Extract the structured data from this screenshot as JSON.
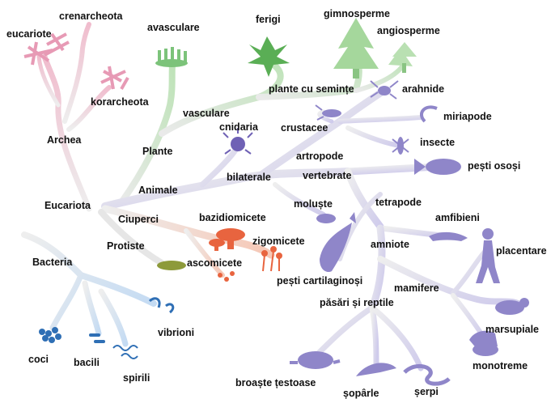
{
  "colors": {
    "archaea": "#f2c9d6",
    "archaea_org": "#e79ab5",
    "plants": "#c9e6c4",
    "plants_org": "#7cc37a",
    "animals": "#d3d0ec",
    "animals_org": "#8f86c9",
    "fungi": "#f4d2c4",
    "fungi_org": "#e8643f",
    "protist_org": "#8d9a3a",
    "bacteria": "#cfe2f5",
    "bacteria_org": "#2f6fb5"
  },
  "labels": {
    "eucariote": "eucariote",
    "crenarcheota": "crenarcheota",
    "korarcheota": "korarcheota",
    "archea": "Archea",
    "avasculare": "avasculare",
    "ferigi": "ferigi",
    "gimnosperme": "gimnosperme",
    "angiosperme": "angiosperme",
    "plante_seminte": "plante cu semințe",
    "arahnide": "arahnide",
    "vasculare": "vasculare",
    "crustacee": "crustacee",
    "miriapode": "miriapode",
    "cnidaria": "cnidaria",
    "plante": "Plante",
    "insecte": "insecte",
    "artropode": "artropode",
    "bilaterale": "bilaterale",
    "vertebrate": "vertebrate",
    "pesti_ososi": "pești osoși",
    "animale": "Animale",
    "eucariota": "Eucariota",
    "moluste": "moluște",
    "tetrapode": "tetrapode",
    "ciuperci": "Ciuperci",
    "bazidiomicete": "bazidiomicete",
    "amfibieni": "amfibieni",
    "zigomicete": "zigomicete",
    "protiste": "Protiste",
    "amniote": "amniote",
    "placentare": "placentare",
    "bacteria": "Bacteria",
    "ascomicete": "ascomicete",
    "pesti_cartilaginosi": "pești cartilaginoși",
    "mamifere": "mamifere",
    "pasari_reptile": "păsări și reptile",
    "vibrioni": "vibrioni",
    "marsupiale": "marsupiale",
    "coci": "coci",
    "bacili": "bacili",
    "spirili": "spirili",
    "monotreme": "monotreme",
    "broaste_testoase": "broaște țestoase",
    "soparle": "șopârle",
    "serpi": "șerpi"
  }
}
